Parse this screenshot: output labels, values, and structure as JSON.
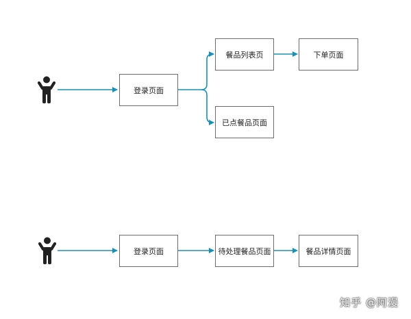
{
  "diagram": {
    "flow1": {
      "login": "登录页面",
      "menu_list": "餐品列表页",
      "order": "下单页面",
      "ordered": "已点餐品页面"
    },
    "flow2": {
      "login": "登录页面",
      "pending": "待处理餐品页面",
      "detail": "餐品详情页面"
    },
    "colors": {
      "connector": "#1a8fb5",
      "box_border": "#6b6b6b",
      "actor": "#222222"
    }
  },
  "watermark": "知乎 @阿漫"
}
